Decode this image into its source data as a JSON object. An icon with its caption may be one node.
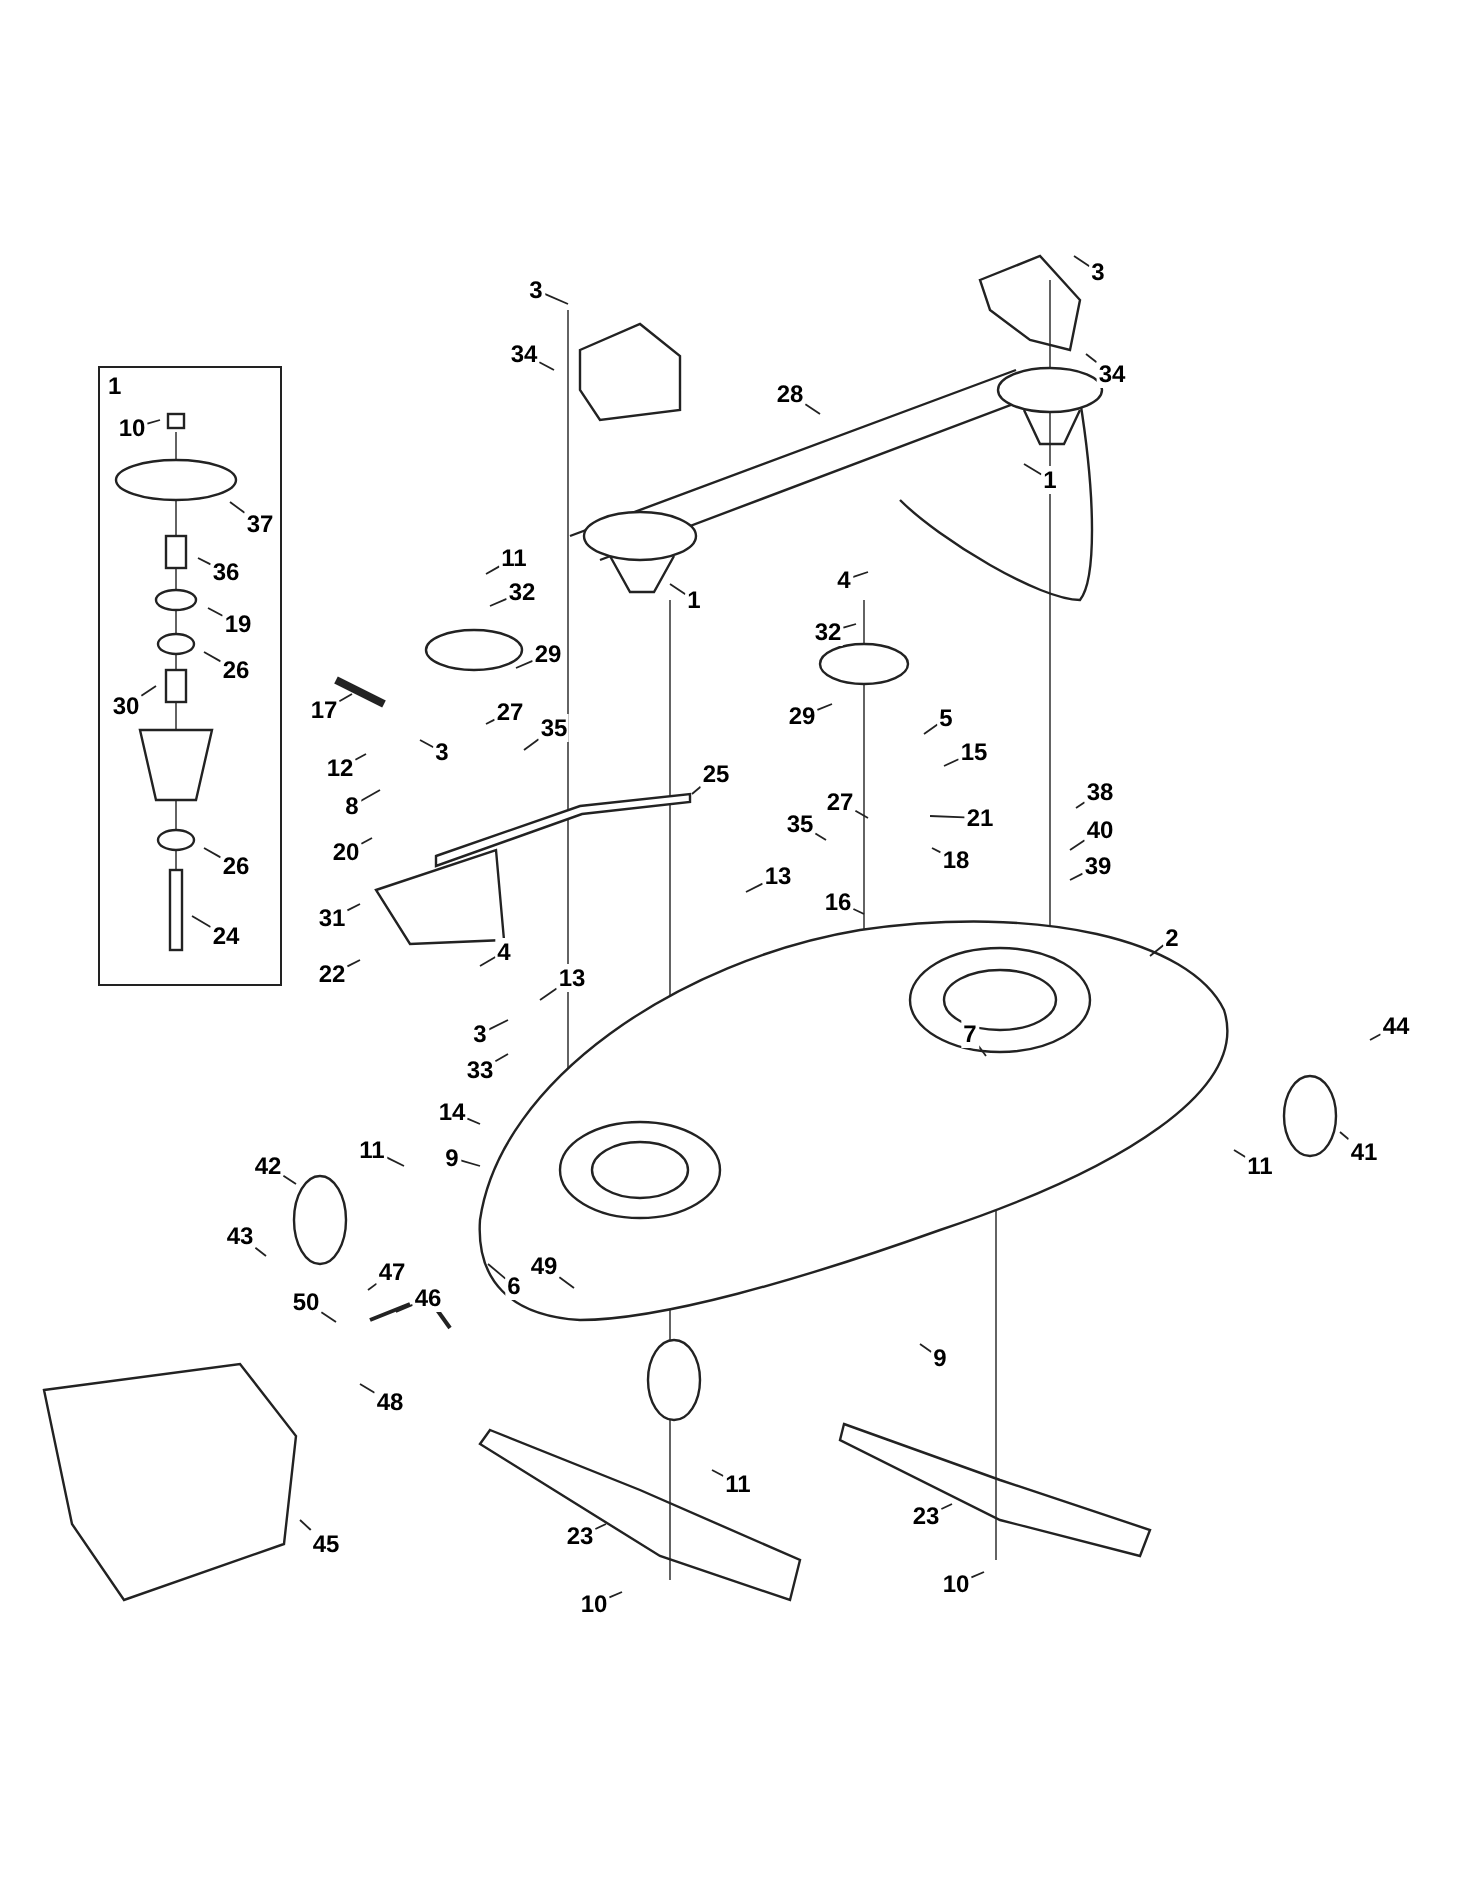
{
  "diagram": {
    "nodes": [
      {
        "text": [
          "1"
        ]
      },
      {
        "text": [
          "10"
        ],
        "in": 0
      },
      {
        "text": [
          "37"
        ],
        "in": 0
      },
      {
        "text": [
          "36"
        ],
        "in": 0
      },
      {
        "text": [
          "19"
        ],
        "in": 0
      },
      {
        "text": [
          "26"
        ],
        "in": 0
      },
      {
        "text": [
          "30"
        ],
        "in": 0
      },
      {
        "text": [
          "26"
        ],
        "in": 0
      },
      {
        "text": [
          "24"
        ],
        "in": 0
      },
      {
        "text": [
          "3"
        ]
      },
      {
        "text": [
          "34"
        ]
      },
      {
        "text": [
          "28"
        ]
      },
      {
        "text": [
          "3"
        ]
      },
      {
        "text": [
          "34"
        ]
      },
      {
        "text": [
          "1"
        ]
      },
      {
        "text": [
          "1"
        ]
      },
      {
        "text": [
          "11"
        ]
      },
      {
        "text": [
          "32"
        ]
      },
      {
        "text": [
          "29"
        ]
      },
      {
        "text": [
          "17"
        ]
      },
      {
        "text": [
          "27"
        ]
      },
      {
        "text": [
          "35"
        ]
      },
      {
        "text": [
          "3"
        ]
      },
      {
        "text": [
          "12"
        ]
      },
      {
        "text": [
          "8"
        ]
      },
      {
        "text": [
          "20"
        ]
      },
      {
        "text": [
          "25"
        ]
      },
      {
        "text": [
          "31"
        ]
      },
      {
        "text": [
          "4"
        ]
      },
      {
        "text": [
          "22"
        ]
      },
      {
        "text": [
          "13"
        ]
      },
      {
        "text": [
          "3"
        ]
      },
      {
        "text": [
          "33"
        ]
      },
      {
        "text": [
          "4"
        ]
      },
      {
        "text": [
          "32"
        ]
      },
      {
        "text": [
          "29"
        ]
      },
      {
        "text": [
          "5"
        ]
      },
      {
        "text": [
          "15"
        ]
      },
      {
        "text": [
          "27"
        ]
      },
      {
        "text": [
          "21"
        ]
      },
      {
        "text": [
          "35"
        ]
      },
      {
        "text": [
          "18"
        ]
      },
      {
        "text": [
          "16"
        ]
      },
      {
        "text": [
          "13"
        ]
      },
      {
        "text": [
          "38"
        ]
      },
      {
        "text": [
          "40"
        ]
      },
      {
        "text": [
          "39"
        ]
      },
      {
        "text": [
          "2"
        ]
      },
      {
        "text": [
          "7"
        ]
      },
      {
        "text": [
          "44"
        ]
      },
      {
        "text": [
          "41"
        ]
      },
      {
        "text": [
          "11"
        ]
      },
      {
        "text": [
          "14"
        ]
      },
      {
        "text": [
          "9"
        ]
      },
      {
        "text": [
          "11"
        ]
      },
      {
        "text": [
          "42"
        ]
      },
      {
        "text": [
          "43"
        ]
      },
      {
        "text": [
          "47"
        ]
      },
      {
        "text": [
          "46"
        ]
      },
      {
        "text": [
          "6"
        ]
      },
      {
        "text": [
          "49"
        ]
      },
      {
        "text": [
          "50"
        ]
      },
      {
        "text": [
          "48"
        ]
      },
      {
        "text": [
          "45"
        ]
      },
      {
        "text": [
          "11"
        ]
      },
      {
        "text": [
          "23"
        ]
      },
      {
        "text": [
          "10"
        ]
      },
      {
        "text": [
          "9"
        ]
      },
      {
        "text": [
          "23"
        ]
      },
      {
        "text": [
          "10"
        ]
      }
    ],
    "edges": [
      {
        "from": 1,
        "to": null,
        "arrow": "none"
      },
      {
        "from": 2,
        "to": null,
        "arrow": "none"
      },
      {
        "from": 3,
        "to": null,
        "arrow": "none"
      },
      {
        "from": 4,
        "to": null,
        "arrow": "none"
      },
      {
        "from": 5,
        "to": null,
        "arrow": "none"
      },
      {
        "from": 6,
        "to": null,
        "arrow": "none"
      },
      {
        "from": 7,
        "to": null,
        "arrow": "none"
      },
      {
        "from": 8,
        "to": null,
        "arrow": "none"
      },
      {
        "from": 9,
        "to": null,
        "arrow": "none"
      },
      {
        "from": 10,
        "to": null,
        "arrow": "none"
      },
      {
        "from": 11,
        "to": null,
        "arrow": "none"
      },
      {
        "from": 12,
        "to": null,
        "arrow": "none"
      },
      {
        "from": 13,
        "to": null,
        "arrow": "none"
      },
      {
        "from": 14,
        "to": null,
        "arrow": "none"
      },
      {
        "from": 15,
        "to": null,
        "arrow": "none"
      },
      {
        "from": 16,
        "to": null,
        "arrow": "none"
      },
      {
        "from": 17,
        "to": null,
        "arrow": "none"
      },
      {
        "from": 18,
        "to": null,
        "arrow": "none"
      },
      {
        "from": 19,
        "to": null,
        "arrow": "none"
      },
      {
        "from": 20,
        "to": null,
        "arrow": "none"
      },
      {
        "from": 21,
        "to": null,
        "arrow": "none"
      },
      {
        "from": 22,
        "to": null,
        "arrow": "none"
      },
      {
        "from": 23,
        "to": null,
        "arrow": "none"
      },
      {
        "from": 24,
        "to": null,
        "arrow": "none"
      },
      {
        "from": 25,
        "to": null,
        "arrow": "none"
      },
      {
        "from": 26,
        "to": null,
        "arrow": "none"
      },
      {
        "from": 27,
        "to": null,
        "arrow": "none"
      },
      {
        "from": 28,
        "to": null,
        "arrow": "none"
      },
      {
        "from": 29,
        "to": null,
        "arrow": "none"
      },
      {
        "from": 30,
        "to": null,
        "arrow": "none"
      },
      {
        "from": 31,
        "to": null,
        "arrow": "none"
      },
      {
        "from": 32,
        "to": null,
        "arrow": "none"
      },
      {
        "from": 33,
        "to": null,
        "arrow": "none"
      },
      {
        "from": 34,
        "to": null,
        "arrow": "none"
      },
      {
        "from": 35,
        "to": null,
        "arrow": "none"
      },
      {
        "from": 36,
        "to": null,
        "arrow": "none"
      },
      {
        "from": 37,
        "to": null,
        "arrow": "none"
      },
      {
        "from": 38,
        "to": null,
        "arrow": "none"
      },
      {
        "from": 39,
        "to": null,
        "arrow": "none"
      },
      {
        "from": 40,
        "to": null,
        "arrow": "none"
      },
      {
        "from": 41,
        "to": null,
        "arrow": "none"
      },
      {
        "from": 42,
        "to": null,
        "arrow": "none"
      },
      {
        "from": 43,
        "to": null,
        "arrow": "none"
      },
      {
        "from": 44,
        "to": null,
        "arrow": "none"
      },
      {
        "from": 45,
        "to": null,
        "arrow": "none"
      },
      {
        "from": 46,
        "to": null,
        "arrow": "none"
      },
      {
        "from": 47,
        "to": null,
        "arrow": "none"
      },
      {
        "from": 48,
        "to": null,
        "arrow": "none"
      },
      {
        "from": 49,
        "to": null,
        "arrow": "none"
      },
      {
        "from": 50,
        "to": null,
        "arrow": "none"
      },
      {
        "from": 51,
        "to": null,
        "arrow": "none"
      },
      {
        "from": 52,
        "to": null,
        "arrow": "none"
      },
      {
        "from": 53,
        "to": null,
        "arrow": "none"
      },
      {
        "from": 54,
        "to": null,
        "arrow": "none"
      },
      {
        "from": 55,
        "to": null,
        "arrow": "none"
      },
      {
        "from": 56,
        "to": null,
        "arrow": "none"
      },
      {
        "from": 57,
        "to": null,
        "arrow": "none"
      },
      {
        "from": 58,
        "to": null,
        "arrow": "none"
      },
      {
        "from": 59,
        "to": null,
        "arrow": "none"
      },
      {
        "from": 60,
        "to": null,
        "arrow": "none"
      },
      {
        "from": 61,
        "to": null,
        "arrow": "none"
      },
      {
        "from": 62,
        "to": null,
        "arrow": "none"
      },
      {
        "from": 63,
        "to": null,
        "arrow": "none"
      },
      {
        "from": 64,
        "to": null,
        "arrow": "none"
      },
      {
        "from": 65,
        "to": null,
        "arrow": "none"
      },
      {
        "from": 66,
        "to": null,
        "arrow": "none"
      },
      {
        "from": 67,
        "to": null,
        "arrow": "none"
      },
      {
        "from": 68,
        "to": null,
        "arrow": "none"
      },
      {
        "from": 69,
        "to": null,
        "arrow": "none"
      }
    ]
  }
}
